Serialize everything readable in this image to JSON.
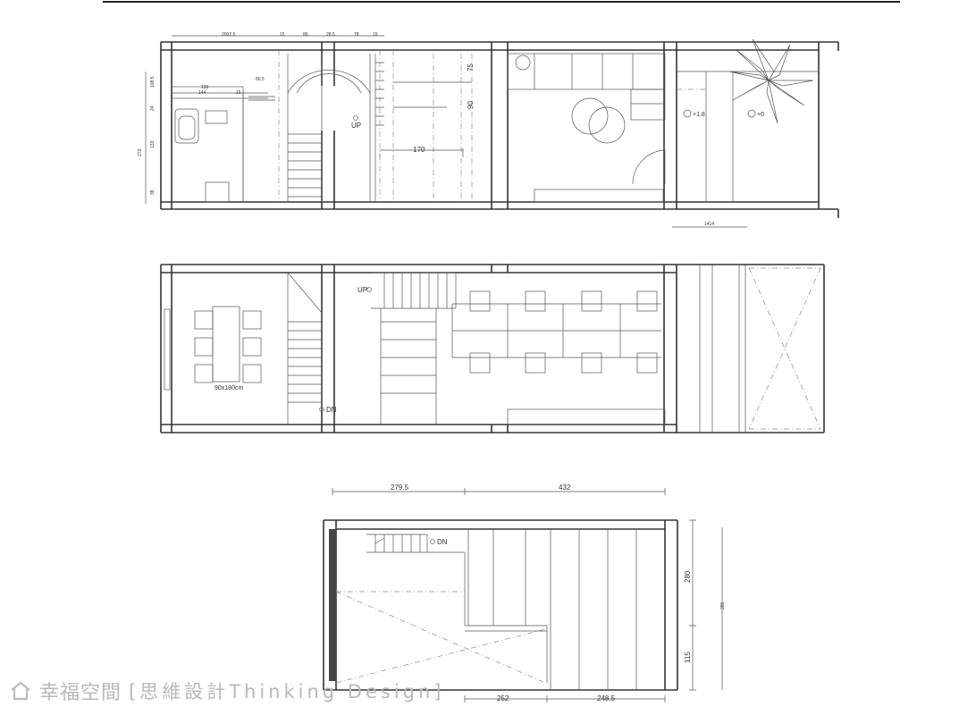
{
  "plan1": {
    "dim_top_1": "2002.5",
    "dim_top_2": "15",
    "dim_top_3": "80",
    "dim_top_4": "28.5",
    "dim_top_5": "78",
    "dim_top_6": "15",
    "dim_v_75": "75",
    "dim_v_90": "90",
    "dim_h_170": "170",
    "stair_up": "UP",
    "level_a": "+1.8",
    "level_b": "+0",
    "dim_right": "1414",
    "dim_left_1": "108.5",
    "dim_left_2": "24",
    "dim_left_3": "133",
    "dim_left_4": "38",
    "dim_left_total": "273",
    "counter_1": "136",
    "counter_2": "144",
    "counter_3": "80.5",
    "counter_4": "15"
  },
  "plan2": {
    "stair_up": "UP",
    "stair_dn": "DN",
    "table_label": "90x180cm"
  },
  "plan3": {
    "dim_top_left": "279.5",
    "dim_top_right": "432",
    "stair_dn": "DN",
    "dim_right_280": "280",
    "dim_right_115": "115",
    "dim_right_total": "395",
    "dim_bottom_left": "252",
    "dim_bottom_right": "248.5"
  },
  "watermark": {
    "brand": "幸福空間",
    "sub": "[思維設計Thinking Design]"
  }
}
